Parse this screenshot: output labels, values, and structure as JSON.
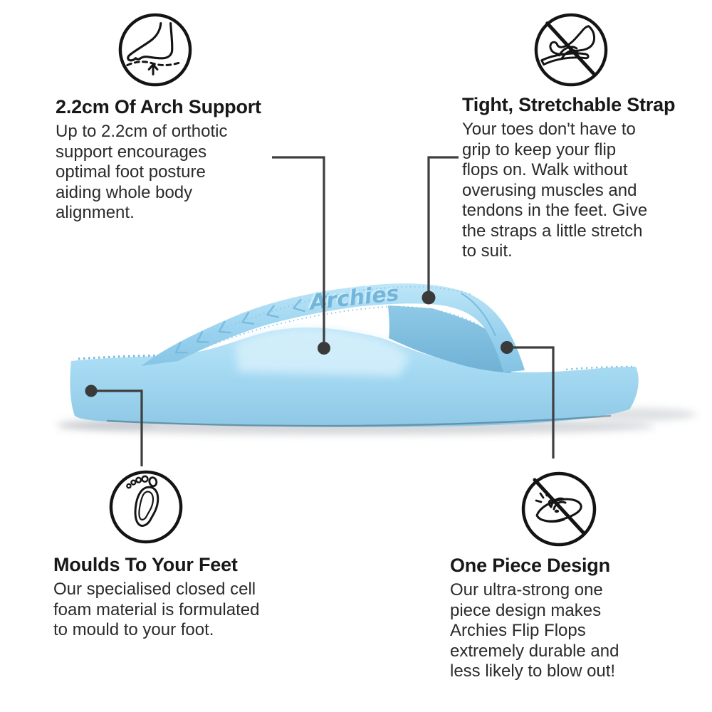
{
  "product": {
    "logo_text": "Archies",
    "color_name": "sky blue"
  },
  "colors": {
    "product_blue": "#a9dcf4",
    "product_blue_light": "#cdeefb",
    "product_blue_shade": "#7fc0e2",
    "callout_line": "#3e3e3e",
    "heading_text": "#181818",
    "body_text": "#2b2b2b",
    "icon_stroke": "#141414",
    "background": "#ffffff"
  },
  "callouts": [
    {
      "id": "arch-support",
      "icon": "foot-arch-support-icon",
      "title": "2.2cm Of Arch Support",
      "body": "Up to 2.2cm of orthotic\nsupport encourages\noptimal foot posture\naiding whole body\nalignment."
    },
    {
      "id": "stretch-strap",
      "icon": "no-toe-grip-strap-icon",
      "title": "Tight, Stretchable Strap",
      "body": "Your toes don't have to\ngrip to keep your flip\nflops on. Walk without\noverusing muscles and\ntendons in the feet. Give\nthe straps a little stretch\nto suit."
    },
    {
      "id": "moulds-to-feet",
      "icon": "footprint-icon",
      "title": "Moulds To Your Feet",
      "body": "Our specialised closed cell\nfoam material is formulated\nto mould to your foot."
    },
    {
      "id": "one-piece-design",
      "icon": "blown-out-flip-flop-icon",
      "title": "One Piece Design",
      "body": "Our ultra-strong one\npiece design makes\nArchies Flip Flops\nextremely durable and\nless likely to blow out!"
    }
  ]
}
